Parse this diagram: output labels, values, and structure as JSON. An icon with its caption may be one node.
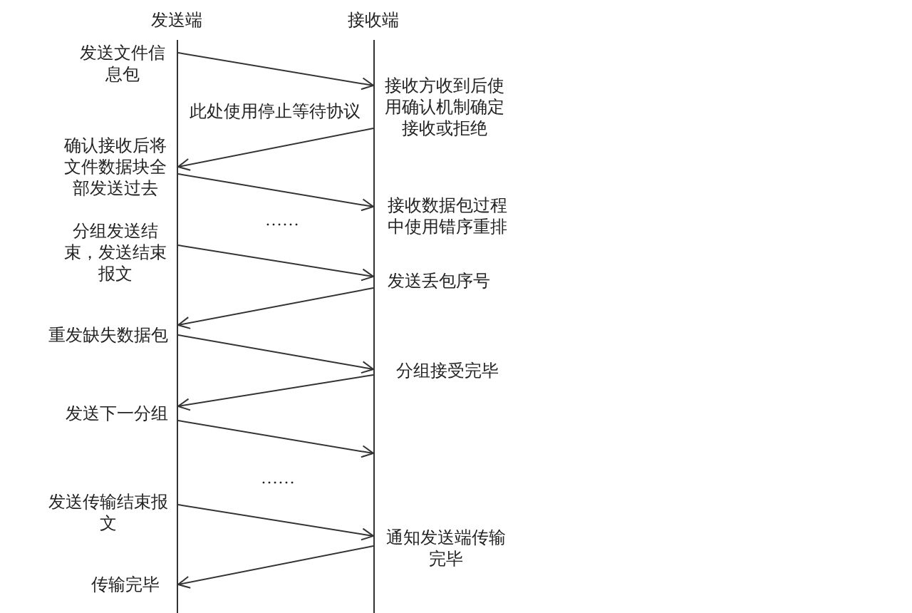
{
  "diagram": {
    "nodes": [
      {
        "text": [
          "发送端"
        ],
        "beside": [
          "发送文件信息包",
          "确认接收后将文件数据块全部发送过去",
          "分组发送结束，发送结束报文",
          "重发缺失数据包",
          "发送下一分组",
          "发送传输结束报文",
          "传输完毕"
        ]
      },
      {
        "text": [
          "接收端"
        ],
        "beside": [
          "接收方收到后使用确认机制确定接收或拒绝",
          "接收数据包过程中使用错序重排",
          "发送丢包序号",
          "分组接受完毕",
          "通知发送端传输完毕"
        ]
      }
    ],
    "edges": [
      {
        "from": 0,
        "to": 1,
        "arrow": "to"
      },
      {
        "from": 1,
        "to": 0,
        "arrow": "to"
      },
      {
        "from": 0,
        "to": 1,
        "arrow": "to"
      },
      {
        "from": 0,
        "to": 1,
        "arrow": "to"
      },
      {
        "from": 1,
        "to": 0,
        "arrow": "to"
      },
      {
        "from": 0,
        "to": 1,
        "arrow": "to"
      },
      {
        "from": 1,
        "to": 0,
        "arrow": "to"
      },
      {
        "from": 0,
        "to": 1,
        "arrow": "to"
      },
      {
        "from": 0,
        "to": 1,
        "arrow": "to"
      },
      {
        "from": 1,
        "to": 0,
        "arrow": "to"
      }
    ],
    "labels": [
      "此处使用停止等待协议",
      "……",
      "……"
    ]
  }
}
